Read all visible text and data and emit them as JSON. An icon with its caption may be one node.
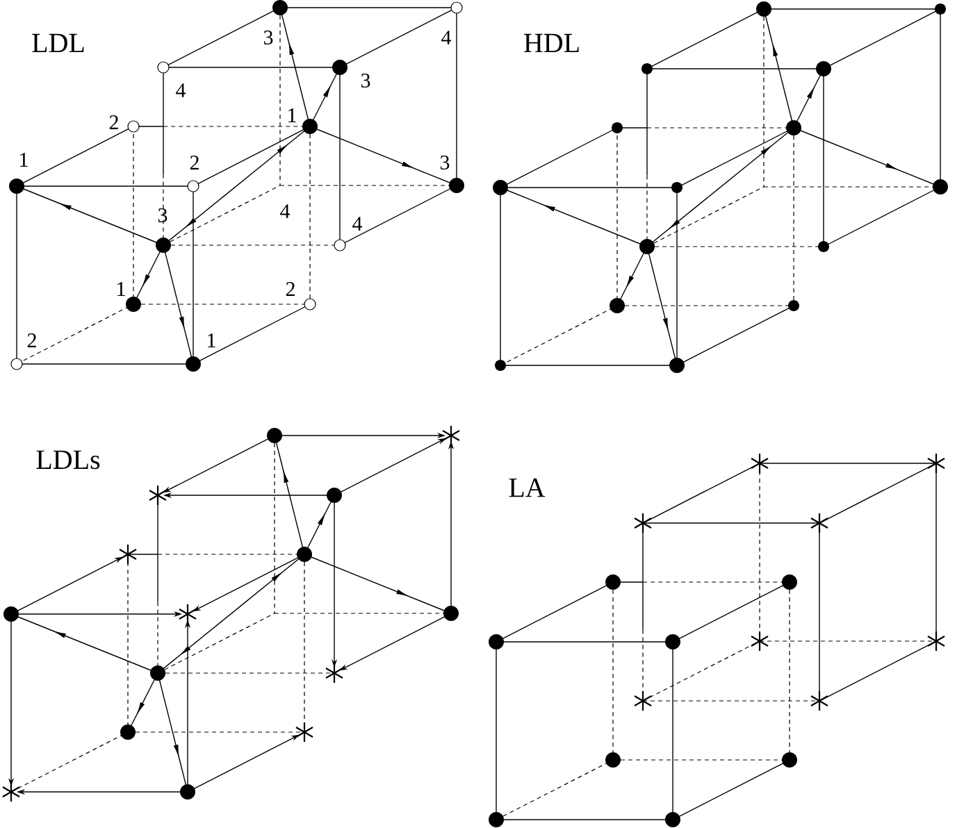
{
  "diagram": {
    "labels": [
      "LDL",
      "3",
      "4",
      "HDL",
      "4",
      "3",
      "2",
      "1",
      "1",
      "2",
      "3",
      "3",
      "4",
      "4",
      "1",
      "2",
      "2",
      "1",
      "LDLs",
      "LA"
    ]
  }
}
